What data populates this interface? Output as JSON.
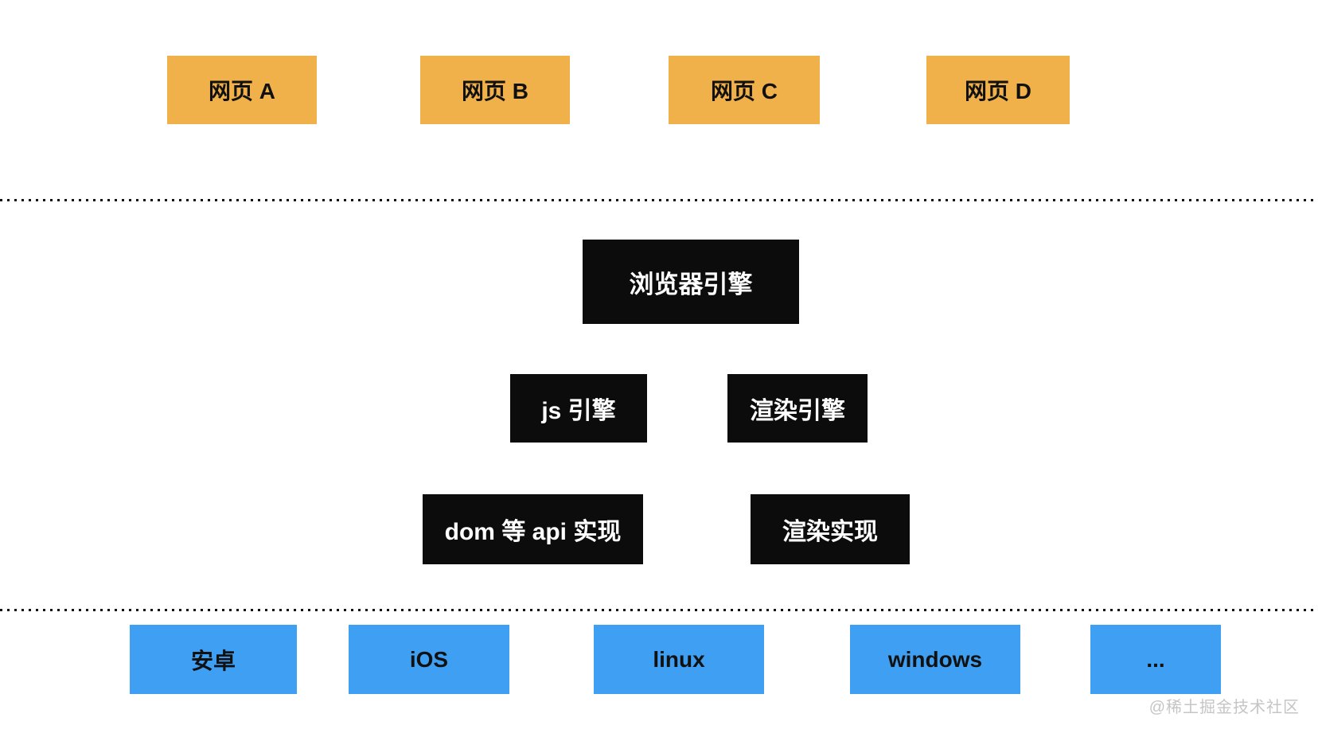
{
  "diagram": {
    "web_pages": [
      "网页 A",
      "网页 B",
      "网页 C",
      "网页 D"
    ],
    "browser_engine_label": "浏览器引擎",
    "engine_boxes": [
      "js 引擎",
      "渲染引擎"
    ],
    "implementation_boxes": [
      "dom 等 api 实现",
      "渲染实现"
    ],
    "platform_boxes": [
      "安卓",
      "iOS",
      "linux",
      "windows",
      "..."
    ],
    "watermark": "@稀土掘金技术社区",
    "colors": {
      "web_page_fill": "#F0B04A",
      "platform_fill": "#3F9FF3",
      "engine_fill": "#0C0C0C",
      "engine_text": "#FFFFFF",
      "label_text": "#111111",
      "watermark_text": "#C5C5C5",
      "dotted_line": "#111111"
    }
  }
}
